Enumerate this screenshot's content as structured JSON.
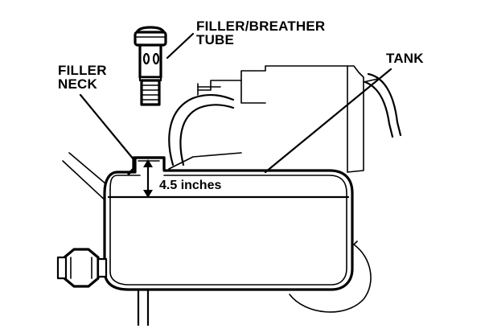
{
  "labels": {
    "filler_breather_line1": "FILLER/BREATHER",
    "filler_breather_line2": "TUBE",
    "filler_neck_line1": "FILLER",
    "filler_neck_line2": "NECK",
    "tank": "TANK",
    "measurement": "4.5 inches"
  },
  "colors": {
    "ink": "#000000",
    "background": "#ffffff"
  }
}
